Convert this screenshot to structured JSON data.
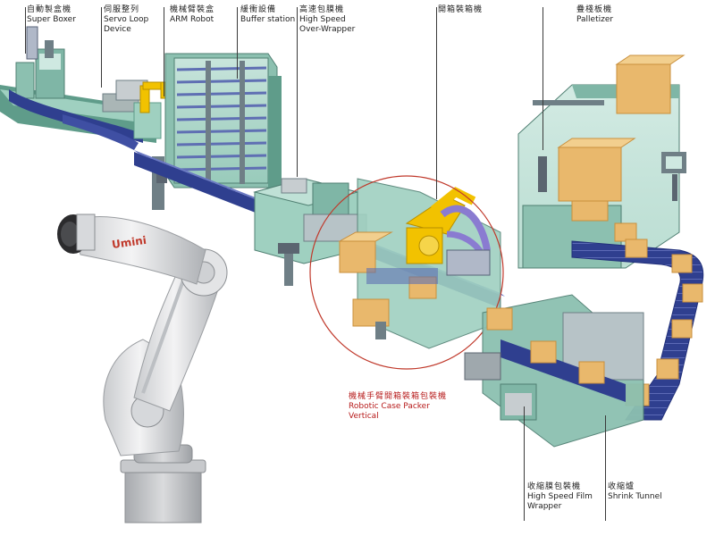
{
  "labels": {
    "super_boxer": {
      "zh": "自動製盒機",
      "en": "Super Boxer"
    },
    "servo_loop": {
      "zh": "伺服整列",
      "en1": "Servo Loop",
      "en2": "Device"
    },
    "arm_robot": {
      "zh": "機械臂裝盒",
      "en": "ARM Robot"
    },
    "buffer": {
      "zh": "緩衝設備",
      "en": "Buffer station"
    },
    "over_wrapper": {
      "zh": "高速包膜機",
      "en1": "High Speed",
      "en2": "Over-Wrapper"
    },
    "case_packer": {
      "zh": "開箱裝箱機"
    },
    "palletizer": {
      "zh": "疊棧板機",
      "en": "Palletizer"
    },
    "robotic_case_packer": {
      "zh": "機械手臂開箱裝箱包裝機",
      "en1": "Robotic Case Packer",
      "en2": "Vertical"
    },
    "film_wrapper": {
      "zh": "收縮膜包裝機",
      "en1": "High Speed Film",
      "en2": "Wrapper"
    },
    "shrink_tunnel": {
      "zh": "收縮爐",
      "en": "Shrink Tunnel"
    }
  },
  "robot_brand": "Umini",
  "colors": {
    "machine_green": "#9fd0c0",
    "machine_green_dark": "#5f9c8a",
    "frame_steel": "#6f7f86",
    "conveyor_blue": "#2f3f8f",
    "robot_yellow": "#f2c200",
    "carton": "#e9b86c",
    "carton_dark": "#c98f3c",
    "highlight_circle": "#c0392b",
    "arm_white": "#e9e9ea",
    "arm_shadow": "#b9bbbe",
    "brand_red": "#c0392b"
  }
}
